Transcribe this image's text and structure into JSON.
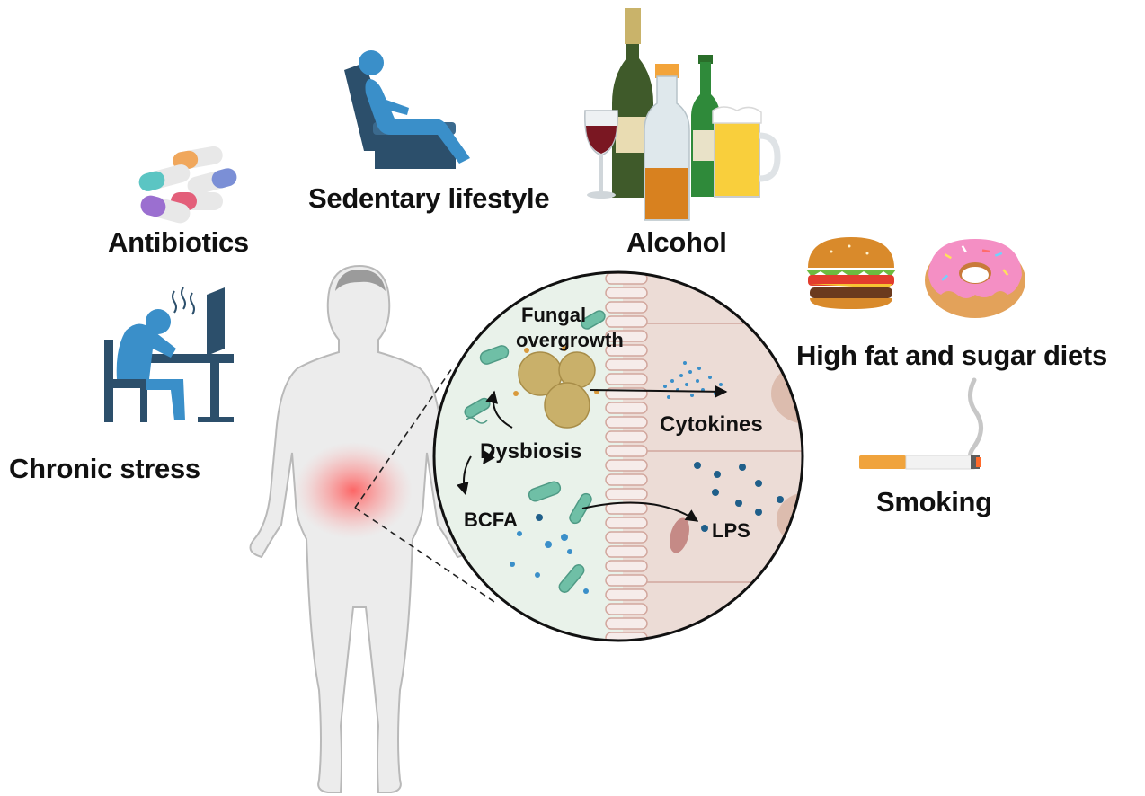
{
  "factors": {
    "antibiotics": "Antibiotics",
    "sedentary": "Sedentary lifestyle",
    "alcohol": "Alcohol",
    "diet": "High fat and sugar diets",
    "stress": "Chronic stress",
    "smoking": "Smoking"
  },
  "gut_panel": {
    "fungal_line1": "Fungal",
    "fungal_line2": "overgrowth",
    "cytokines": "Cytokines",
    "dysbiosis": "Dysbiosis",
    "bcfa": "BCFA",
    "lps": "LPS"
  },
  "icons": [
    "pills-icon",
    "reclining-person-icon",
    "alcohol-bottles-icon",
    "burger-icon",
    "donut-icon",
    "stressed-person-icon",
    "cigarette-icon",
    "human-body-icon",
    "gut-lining-magnifier-icon"
  ],
  "colors": {
    "icon_blue": "#3a8fc9",
    "icon_dark_blue": "#2c4f6b",
    "inflammation_red": "#ff4d4d",
    "microbe_teal": "#6fbfa6",
    "fungus_tan": "#c9b06a"
  }
}
